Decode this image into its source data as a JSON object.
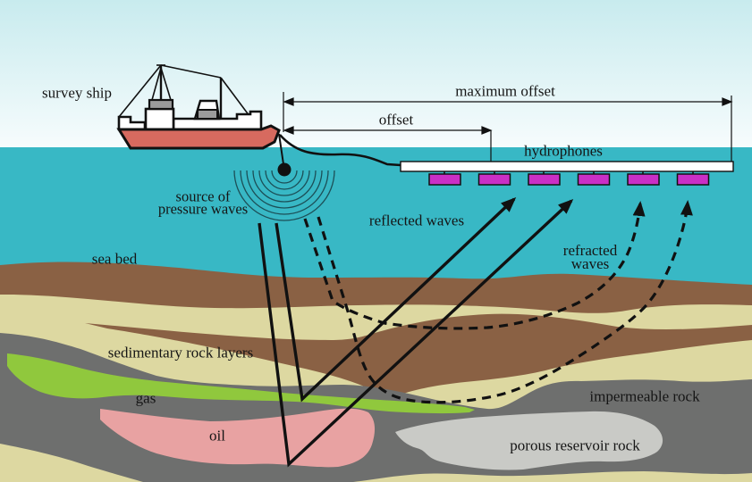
{
  "diagram": {
    "labels": {
      "survey_ship": "survey ship",
      "maximum_offset": "maximum offset",
      "offset": "offset",
      "hydrophones": "hydrophones",
      "source_line1": "source of",
      "source_line2": "pressure waves",
      "reflected_waves": "reflected waves",
      "refracted_line1": "refracted",
      "refracted_line2": "waves",
      "sea_bed": "sea bed",
      "sedimentary": "sedimentary rock layers",
      "gas": "gas",
      "oil": "oil",
      "impermeable_rock": "impermeable rock",
      "porous_reservoir_rock": "porous reservoir rock"
    },
    "colors": {
      "sky_top": "#c8ebee",
      "sky_bottom": "#f7fcfd",
      "sea": "#38b8c5",
      "seabed_brown": "#8a6144",
      "sediment_khaki": "#ddd8a1",
      "impermeable_gray": "#6e6f6e",
      "porous_gray": "#c9cac6",
      "gas_green": "#90c83d",
      "oil_pink": "#e8a2a2",
      "hydrophone_magenta": "#ca2fc6",
      "ship_red": "#d76a5f",
      "ship_gray": "#9b9b9b",
      "streamer_white": "#ffffff",
      "wave_arc": "#1c4f57",
      "outline_black": "#111111"
    },
    "hydrophone_count": 6
  }
}
